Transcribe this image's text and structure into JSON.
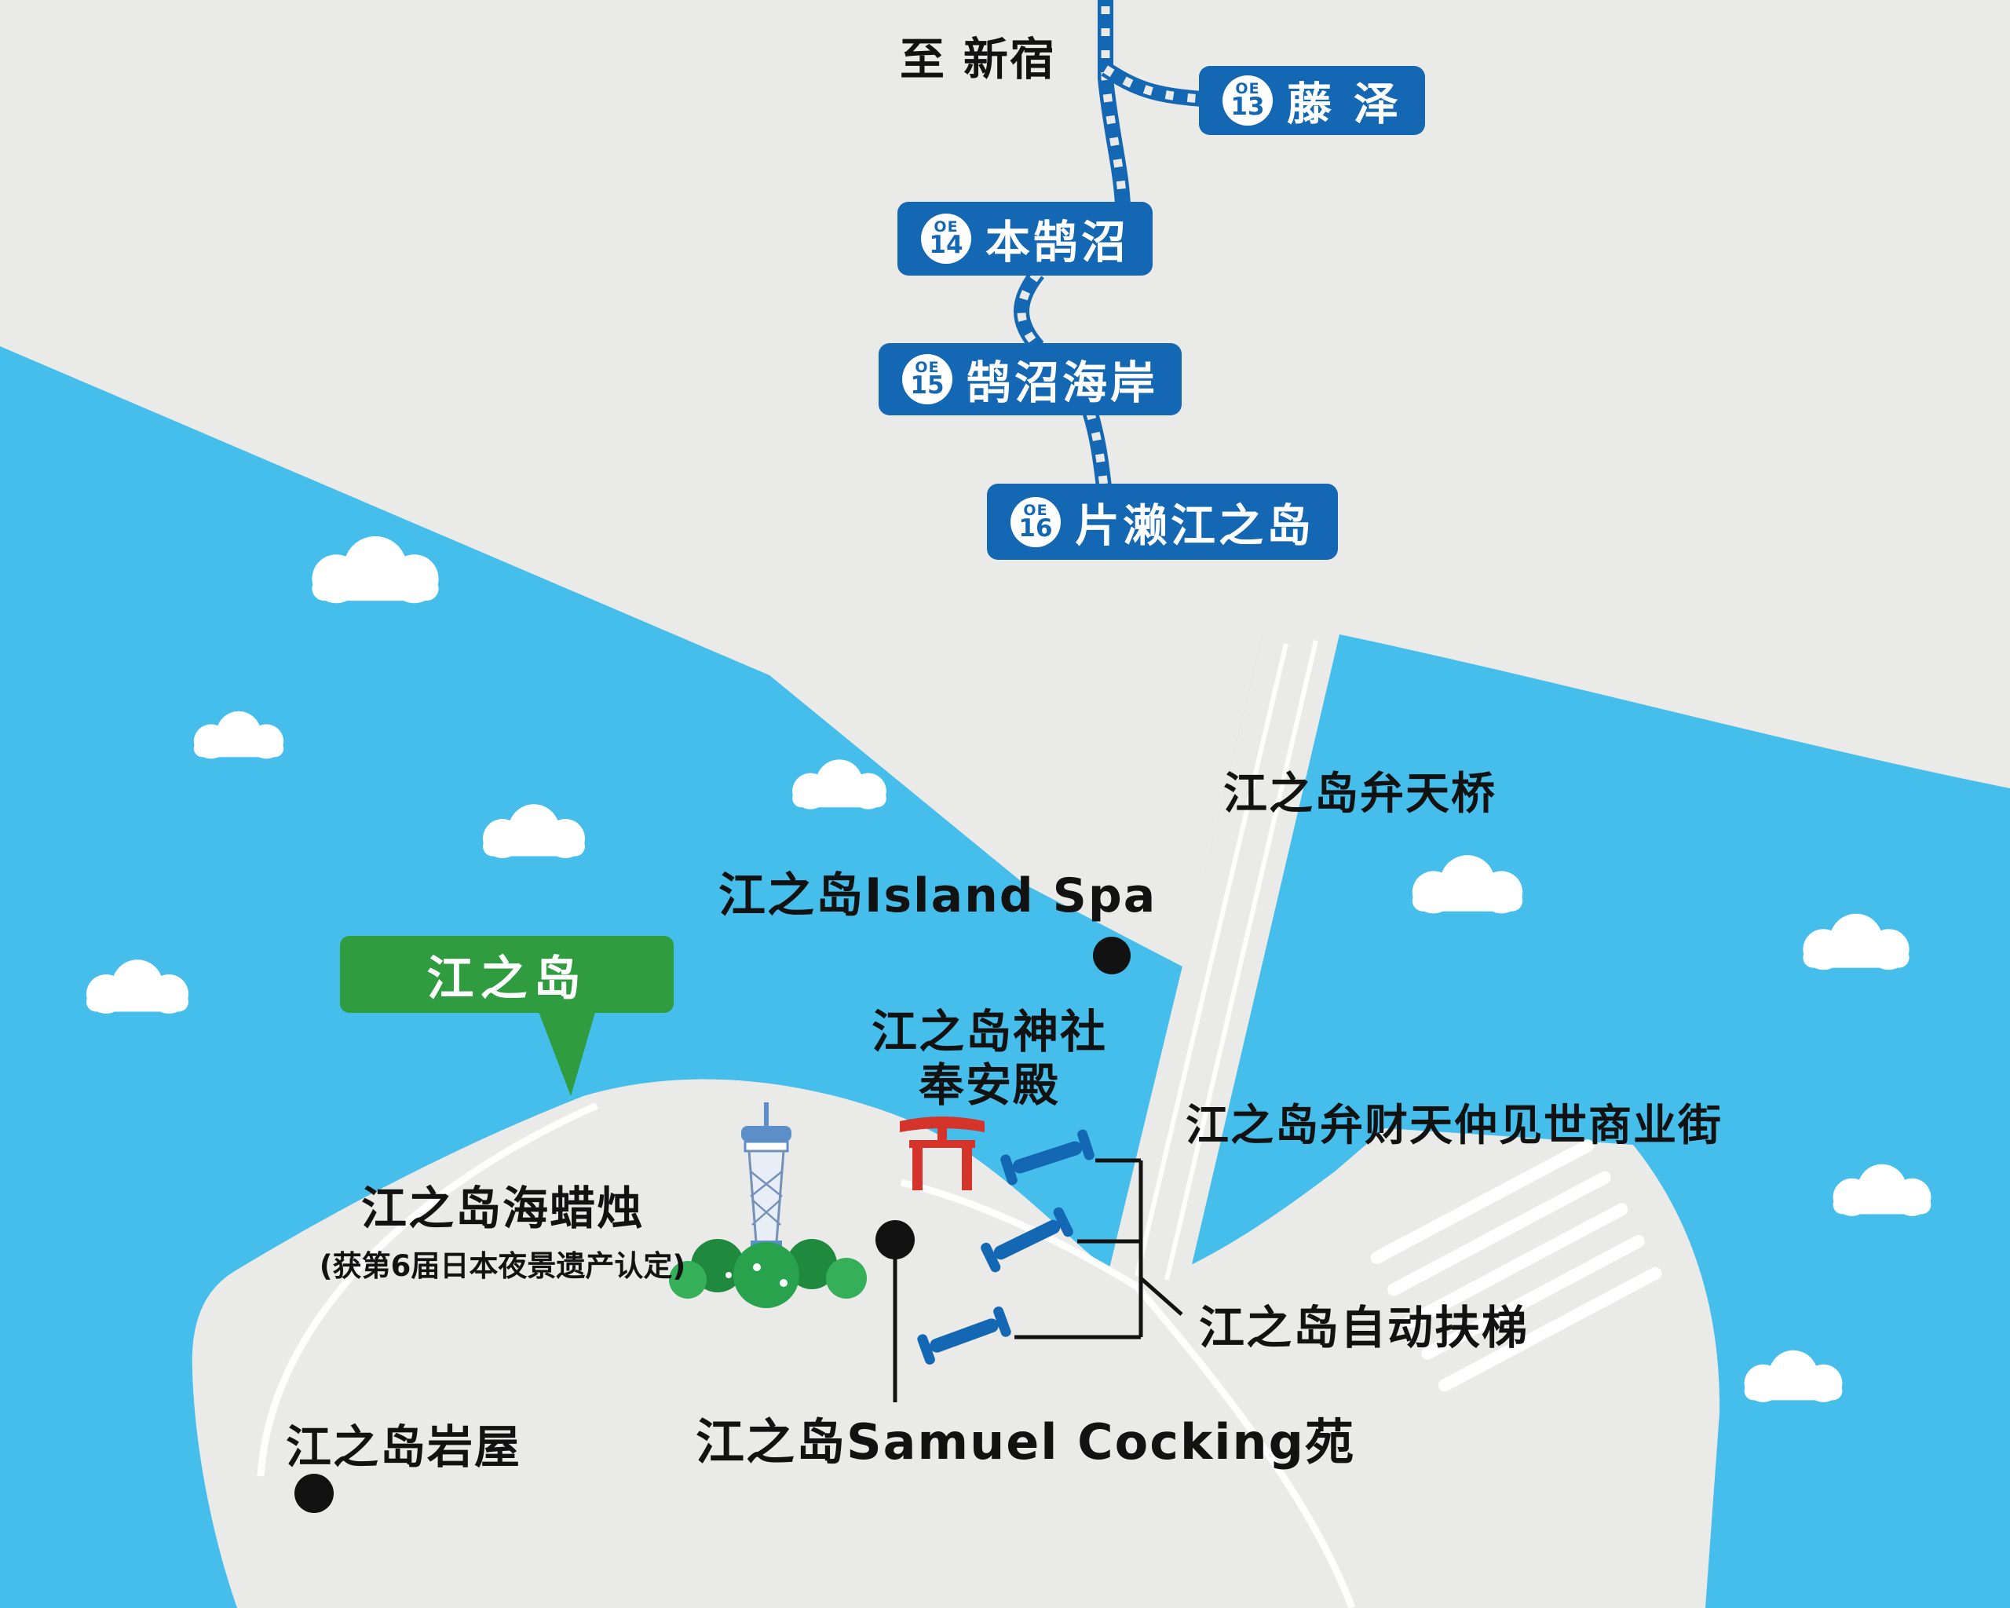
{
  "colors": {
    "water_blue": "#45BEEB",
    "land_gray": "#EAEAE8",
    "rail_blue": "#1467B2",
    "callout_green": "#2E9C3F",
    "torii_red": "#D5342B",
    "text_black": "#121212"
  },
  "top": {
    "direction": "至 新宿"
  },
  "railway": {
    "stations": [
      {
        "line": "OE",
        "number": "13",
        "name": "藤 泽"
      },
      {
        "line": "OE",
        "number": "14",
        "name": "本鹄沼"
      },
      {
        "line": "OE",
        "number": "15",
        "name": "鹄沼海岸"
      },
      {
        "line": "OE",
        "number": "16",
        "name": "片濑江之岛"
      }
    ]
  },
  "callout": {
    "label": "江之岛"
  },
  "places": {
    "benten_bridge": "江之岛弁天桥",
    "island_spa": "江之岛Island Spa",
    "shrine_line1": "江之岛神社",
    "shrine_line2": "奉安殿",
    "shopping_street": "江之岛弁财天仲见世商业街",
    "sea_candle": "江之岛海蜡烛",
    "sea_candle_note": "(获第6届日本夜景遗产认定)",
    "escalator": "江之岛自动扶梯",
    "iwaya": "江之岛岩屋",
    "samuel_cocking": "江之岛Samuel Cocking苑"
  }
}
